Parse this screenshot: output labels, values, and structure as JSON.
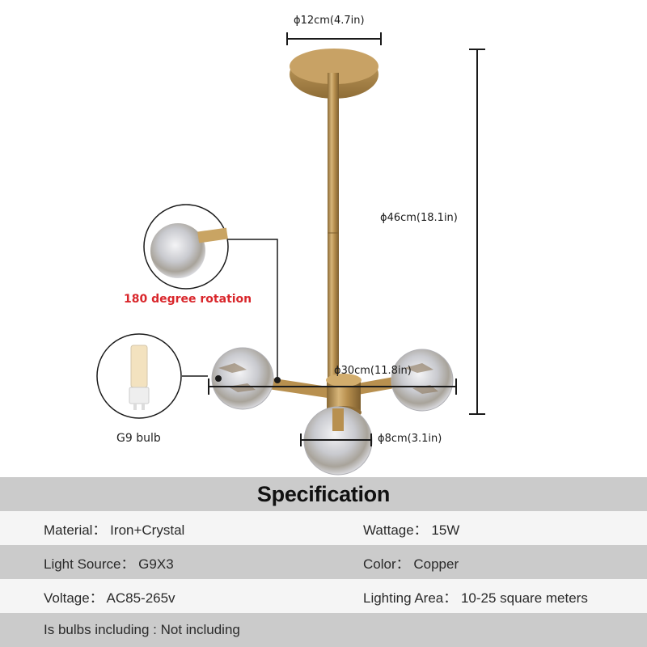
{
  "diagram": {
    "dimensions": {
      "canopy_diameter": "ϕ12cm(4.7in)",
      "total_height": "ϕ46cm(18.1in)",
      "span_width": "ϕ30cm(11.8in)",
      "shade_diameter": "ϕ8cm(3.1in)"
    },
    "callouts": {
      "rotation": "180 degree rotation",
      "bulb": "G9 bulb"
    },
    "colors": {
      "brass": "#b8904f",
      "rotation_text": "#d9262b",
      "dimension_line": "#1a1a1a"
    }
  },
  "specification": {
    "title": "Specification",
    "rows": [
      {
        "left": "Material： Iron+Crystal",
        "right": "Wattage： 15W"
      },
      {
        "left": "Light Source： G9X3",
        "right": "Color：  Copper"
      },
      {
        "left": "Voltage： AC85-265v",
        "right": "Lighting Area： 10-25 square meters"
      },
      {
        "left": "Is bulbs including : Not including",
        "right": ""
      }
    ]
  }
}
